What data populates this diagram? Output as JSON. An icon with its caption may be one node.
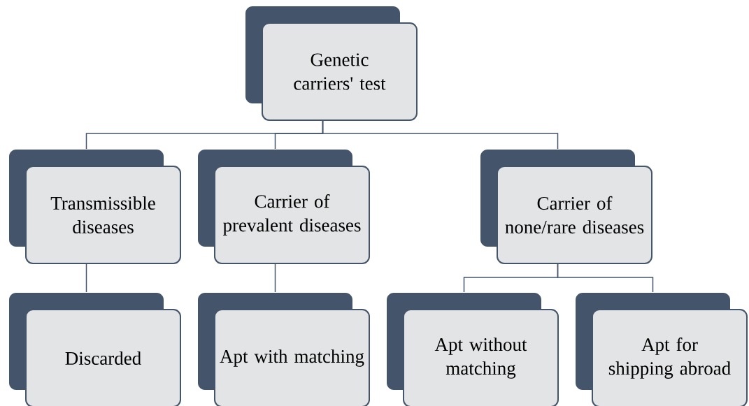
{
  "diagram": {
    "nodes": [
      {
        "text": [
          "Genetic carriers' test"
        ]
      },
      {
        "text": [
          "Transmissible diseases"
        ]
      },
      {
        "text": [
          "Carrier of prevalent diseases"
        ]
      },
      {
        "text": [
          "Carrier of none/rare diseases"
        ]
      },
      {
        "text": [
          "Discarded"
        ]
      },
      {
        "text": [
          "Apt with matching"
        ]
      },
      {
        "text": [
          "Apt without matching"
        ]
      },
      {
        "text": [
          "Apt for shipping abroad"
        ]
      }
    ],
    "edges": [
      {
        "from": 0,
        "to": 1,
        "arrow": "none"
      },
      {
        "from": 0,
        "to": 2,
        "arrow": "none"
      },
      {
        "from": 0,
        "to": 3,
        "arrow": "none"
      },
      {
        "from": 1,
        "to": 4,
        "arrow": "none"
      },
      {
        "from": 2,
        "to": 5,
        "arrow": "none"
      },
      {
        "from": 3,
        "to": 6,
        "arrow": "none"
      },
      {
        "from": 3,
        "to": 7,
        "arrow": "none"
      }
    ]
  }
}
